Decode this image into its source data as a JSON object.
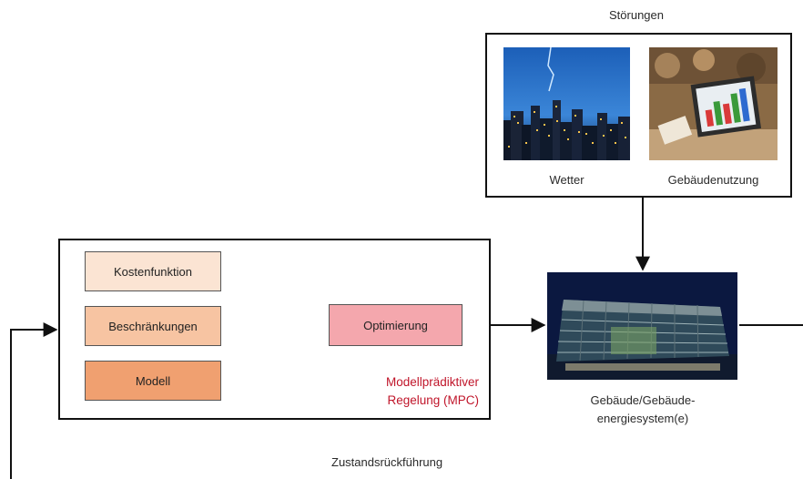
{
  "disturbances": {
    "title": "Störungen",
    "weather_label": "Wetter",
    "usage_label": "Gebäudenutzung"
  },
  "controller": {
    "blocks": [
      "Kostenfunktion",
      "Beschränkungen",
      "Modell"
    ],
    "optimizer": "Optimierung",
    "mpc_line1": "Modellprädiktiver",
    "mpc_line2": "Regelung (MPC)"
  },
  "system": {
    "line1": "Gebäude/Gebäude-",
    "line2": "energiesystem(e)"
  },
  "feedback_label": "Zustandsrückführung",
  "colors": {
    "block_light": "#fbe4d3",
    "block_mid": "#f7c4a2",
    "block_dark": "#f0a070",
    "optimizer": "#f4a7ad",
    "mpc_text": "#c0152a"
  }
}
